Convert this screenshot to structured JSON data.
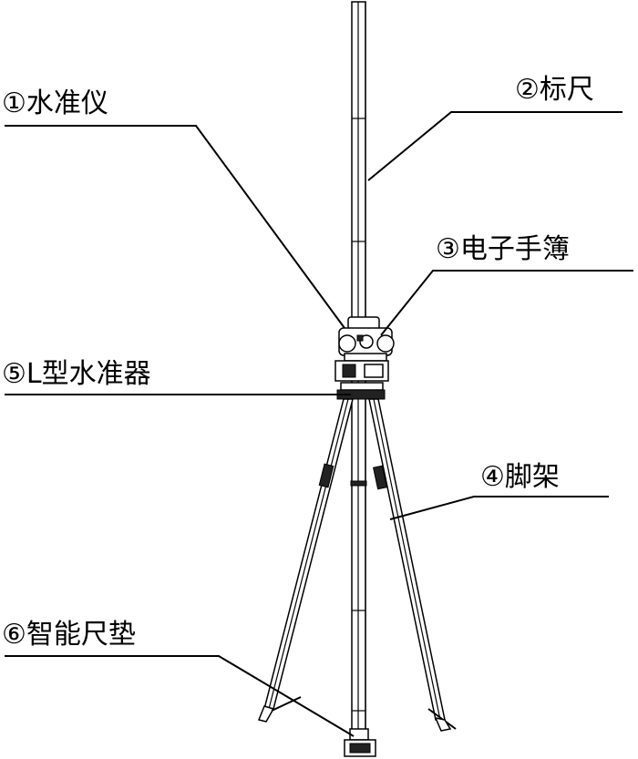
{
  "labels": {
    "level": "①水准仪",
    "staff": "②标尺",
    "handbook": "③电子手簿",
    "tripod": "④脚架",
    "l_level": "⑤L型水准器",
    "pad": "⑥智能尺垫"
  }
}
